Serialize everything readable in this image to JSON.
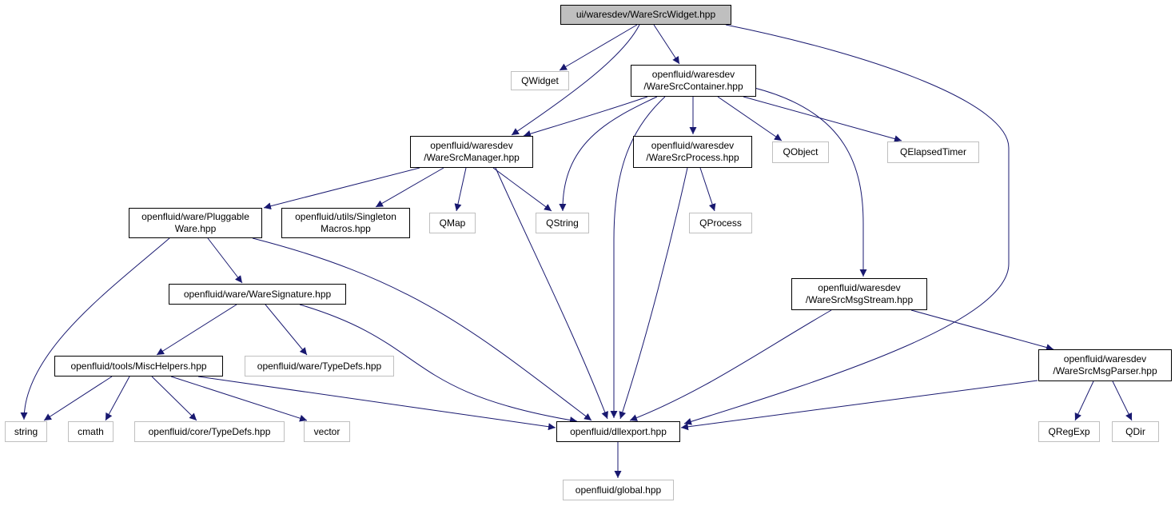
{
  "colors": {
    "edge": "#191970",
    "root_fill": "#bfbfbf",
    "local_border": "#000000",
    "external_border": "#bfbfbf"
  },
  "nodes": [
    {
      "id": "widget",
      "label": "ui/waresdev/WareSrcWidget.hpp",
      "kind": "root"
    },
    {
      "id": "qwidget",
      "label": "QWidget",
      "kind": "external"
    },
    {
      "id": "container",
      "label": "openfluid/waresdev\n/WareSrcContainer.hpp",
      "kind": "local"
    },
    {
      "id": "manager",
      "label": "openfluid/waresdev\n/WareSrcManager.hpp",
      "kind": "local"
    },
    {
      "id": "process",
      "label": "openfluid/waresdev\n/WareSrcProcess.hpp",
      "kind": "local"
    },
    {
      "id": "qobject",
      "label": "QObject",
      "kind": "external"
    },
    {
      "id": "qelapsed",
      "label": "QElapsedTimer",
      "kind": "external"
    },
    {
      "id": "pluggable",
      "label": "openfluid/ware/Pluggable\nWare.hpp",
      "kind": "local"
    },
    {
      "id": "singleton",
      "label": "openfluid/utils/Singleton\nMacros.hpp",
      "kind": "local"
    },
    {
      "id": "qmap",
      "label": "QMap",
      "kind": "external"
    },
    {
      "id": "qstring",
      "label": "QString",
      "kind": "external"
    },
    {
      "id": "qprocess",
      "label": "QProcess",
      "kind": "external"
    },
    {
      "id": "signature",
      "label": "openfluid/ware/WareSignature.hpp",
      "kind": "local"
    },
    {
      "id": "msgstream",
      "label": "openfluid/waresdev\n/WareSrcMsgStream.hpp",
      "kind": "local"
    },
    {
      "id": "mischelpers",
      "label": "openfluid/tools/MiscHelpers.hpp",
      "kind": "local"
    },
    {
      "id": "waretypedefs",
      "label": "openfluid/ware/TypeDefs.hpp",
      "kind": "external"
    },
    {
      "id": "msgparser",
      "label": "openfluid/waresdev\n/WareSrcMsgParser.hpp",
      "kind": "local"
    },
    {
      "id": "string",
      "label": "string",
      "kind": "external"
    },
    {
      "id": "cmath",
      "label": "cmath",
      "kind": "external"
    },
    {
      "id": "coretypedefs",
      "label": "openfluid/core/TypeDefs.hpp",
      "kind": "external"
    },
    {
      "id": "vector",
      "label": "vector",
      "kind": "external"
    },
    {
      "id": "dllexport",
      "label": "openfluid/dllexport.hpp",
      "kind": "local"
    },
    {
      "id": "qregexp",
      "label": "QRegExp",
      "kind": "external"
    },
    {
      "id": "qdir",
      "label": "QDir",
      "kind": "external"
    },
    {
      "id": "global",
      "label": "openfluid/global.hpp",
      "kind": "external"
    }
  ],
  "edges": [
    [
      "widget",
      "qwidget"
    ],
    [
      "widget",
      "container"
    ],
    [
      "widget",
      "manager"
    ],
    [
      "widget",
      "dllexport"
    ],
    [
      "container",
      "manager"
    ],
    [
      "container",
      "qstring"
    ],
    [
      "container",
      "dllexport"
    ],
    [
      "container",
      "process"
    ],
    [
      "container",
      "qobject"
    ],
    [
      "container",
      "qelapsed"
    ],
    [
      "container",
      "msgstream"
    ],
    [
      "manager",
      "pluggable"
    ],
    [
      "manager",
      "singleton"
    ],
    [
      "manager",
      "qmap"
    ],
    [
      "manager",
      "qstring"
    ],
    [
      "manager",
      "dllexport"
    ],
    [
      "process",
      "qprocess"
    ],
    [
      "process",
      "dllexport"
    ],
    [
      "pluggable",
      "string"
    ],
    [
      "pluggable",
      "signature"
    ],
    [
      "pluggable",
      "dllexport"
    ],
    [
      "signature",
      "mischelpers"
    ],
    [
      "signature",
      "waretypedefs"
    ],
    [
      "signature",
      "dllexport"
    ],
    [
      "msgstream",
      "dllexport"
    ],
    [
      "msgstream",
      "msgparser"
    ],
    [
      "mischelpers",
      "string"
    ],
    [
      "mischelpers",
      "cmath"
    ],
    [
      "mischelpers",
      "coretypedefs"
    ],
    [
      "mischelpers",
      "vector"
    ],
    [
      "mischelpers",
      "dllexport"
    ],
    [
      "msgparser",
      "dllexport"
    ],
    [
      "msgparser",
      "qregexp"
    ],
    [
      "msgparser",
      "qdir"
    ],
    [
      "dllexport",
      "global"
    ]
  ]
}
